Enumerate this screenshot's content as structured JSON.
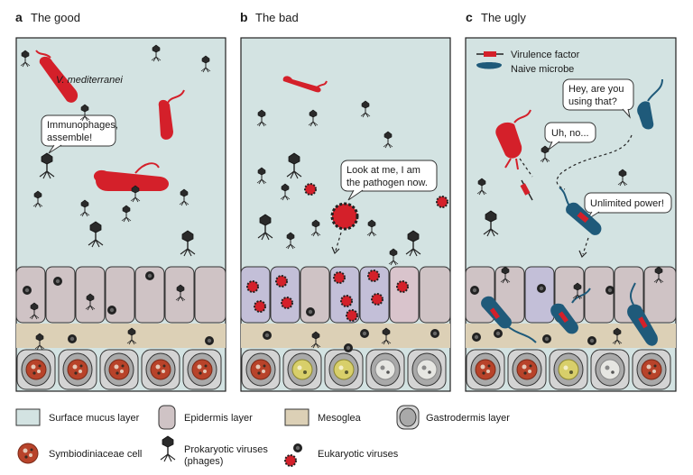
{
  "panels": [
    {
      "letter": "a",
      "title": "The good"
    },
    {
      "letter": "b",
      "title": "The bad"
    },
    {
      "letter": "c",
      "title": "The ugly"
    }
  ],
  "panel_a": {
    "species": "V. mediterranei",
    "bubble_line1": "Immunophages,",
    "bubble_line2": "assemble!"
  },
  "panel_b": {
    "bubble_line1": "Look at me, I am",
    "bubble_line2": "the pathogen now."
  },
  "panel_c": {
    "key_virulence": "Virulence factor",
    "key_naive": "Naive microbe",
    "bubble_q1": "Hey, are you",
    "bubble_q2": "using that?",
    "bubble_no": "Uh, no...",
    "bubble_power": "Unlimited power!"
  },
  "legend": {
    "surface_mucus": "Surface mucus layer",
    "epidermis": "Epidermis layer",
    "mesoglea": "Mesoglea",
    "gastrodermis": "Gastrodermis layer",
    "symbio": "Symbiodiniaceae cell",
    "prok_line1": "Prokaryotic viruses",
    "prok_line2": "(phages)",
    "euk": "Eukaryotic viruses"
  },
  "colors": {
    "mucus": "#d3e3e2",
    "epidermis": "#cfc3c5",
    "mesoglea": "#dcd0b6",
    "gastro": "#d9d9d9",
    "pathogen_red": "#d4202a",
    "naive_blue": "#1f5a7a",
    "infected_purple": "#c3bfd8"
  }
}
